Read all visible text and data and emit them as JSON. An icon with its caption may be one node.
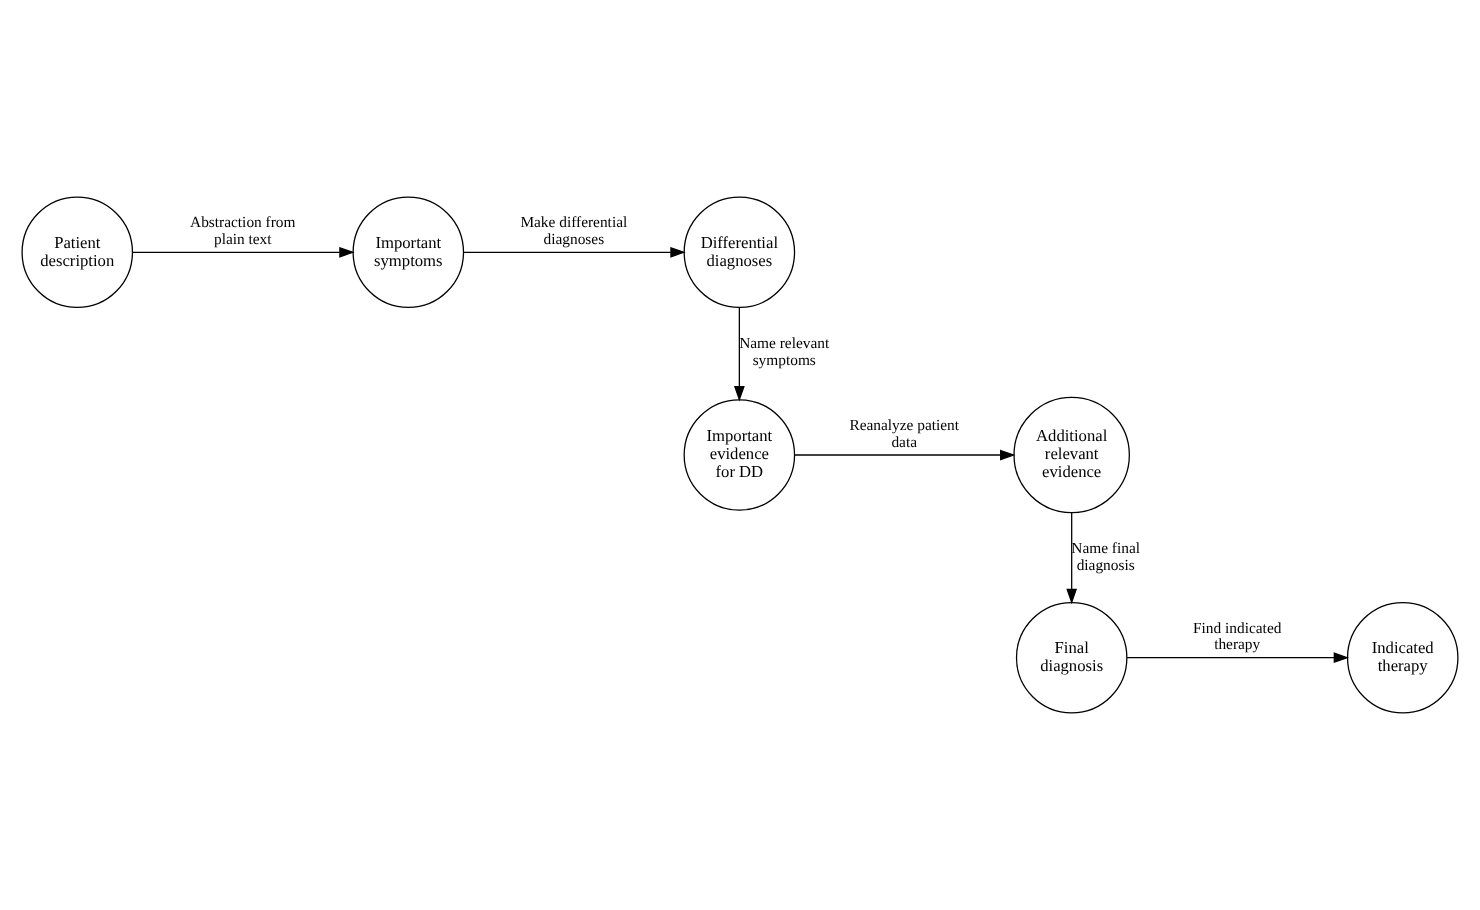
{
  "diagram": {
    "nodes": [
      {
        "text": [
          "Patient description"
        ]
      },
      {
        "text": [
          "Important symptoms"
        ]
      },
      {
        "text": [
          "Differential diagnoses"
        ]
      },
      {
        "text": [
          "Important evidence for DD"
        ]
      },
      {
        "text": [
          "Additional relevant evidence"
        ]
      },
      {
        "text": [
          "Final diagnosis"
        ]
      },
      {
        "text": [
          "Indicated therapy"
        ]
      }
    ],
    "edges": [
      {
        "from": 0,
        "to": 1,
        "arrow": "to",
        "label": "Abstraction from plain text"
      },
      {
        "from": 1,
        "to": 2,
        "arrow": "to",
        "label": "Make differential diagnoses"
      },
      {
        "from": 2,
        "to": 3,
        "arrow": "to",
        "label": "Name relevant symptoms"
      },
      {
        "from": 3,
        "to": 4,
        "arrow": "to",
        "label": "Reanalyze patient data"
      },
      {
        "from": 4,
        "to": 5,
        "arrow": "to",
        "label": "Name final diagnosis"
      },
      {
        "from": 5,
        "to": 6,
        "arrow": "to",
        "label": "Find indicated therapy"
      }
    ]
  }
}
